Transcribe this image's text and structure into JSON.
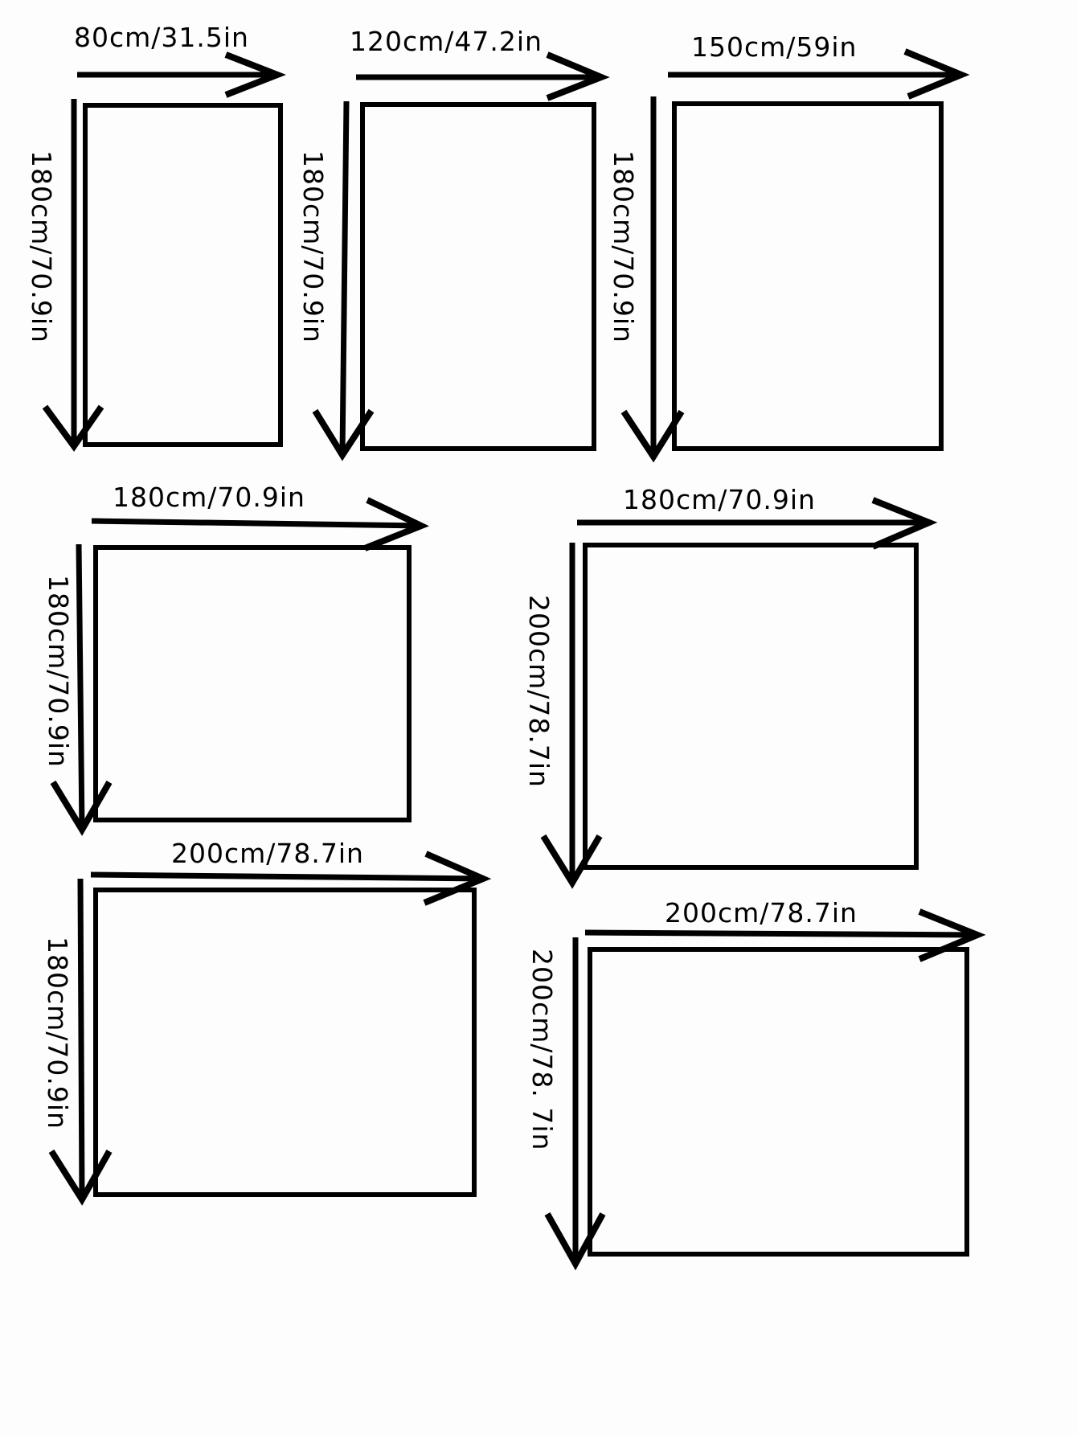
{
  "diagram": {
    "items": [
      {
        "width_label": "80cm/31.5in",
        "height_label": "180cm/70.9in"
      },
      {
        "width_label": "120cm/47.2in",
        "height_label": "180cm/70.9in"
      },
      {
        "width_label": "150cm/59in",
        "height_label": "180cm/70.9in"
      },
      {
        "width_label": "180cm/70.9in",
        "height_label": "180cm/70.9in"
      },
      {
        "width_label": "180cm/70.9in",
        "height_label": "200cm/78.7in"
      },
      {
        "width_label": "200cm/78.7in",
        "height_label": "180cm/70.9in"
      },
      {
        "width_label": "200cm/78.7in",
        "height_label": "200cm/78. 7in"
      }
    ]
  }
}
